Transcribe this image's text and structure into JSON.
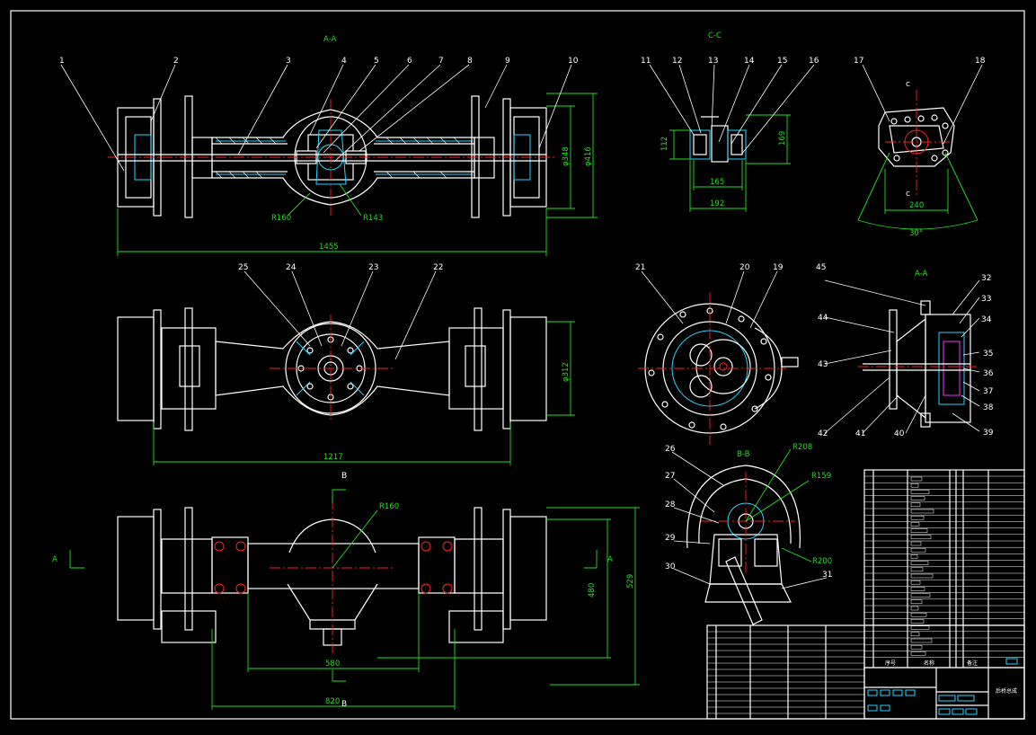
{
  "views": {
    "main_section": "A-A",
    "side_section": "C-C",
    "right_section": "A-A",
    "bottom_section": "B-B",
    "cut_c": "c",
    "cut_b": "B",
    "cut_a": "A"
  },
  "balloons": [
    "1",
    "2",
    "3",
    "4",
    "5",
    "6",
    "7",
    "8",
    "9",
    "10",
    "11",
    "12",
    "13",
    "14",
    "15",
    "16",
    "17",
    "18",
    "19",
    "20",
    "21",
    "22",
    "23",
    "24",
    "25",
    "26",
    "27",
    "28",
    "29",
    "30",
    "31",
    "32",
    "33",
    "34",
    "35",
    "36",
    "37",
    "38",
    "39",
    "40",
    "41",
    "42",
    "43",
    "44",
    "45"
  ],
  "dims": {
    "d1455": "1455",
    "d348": "φ348",
    "d416": "φ416",
    "r160a": "R160",
    "r143": "R143",
    "d112": "112",
    "d169": "169",
    "d165": "165",
    "d192": "192",
    "d240": "240",
    "d30": "30°",
    "d312": "φ312",
    "d1217": "1217",
    "r160b": "R160",
    "d580": "580",
    "d820": "820",
    "d480": "480",
    "d529": "529",
    "r208": "R208",
    "r159": "R159",
    "r200": "R200"
  },
  "title_block": {
    "label1": "序号",
    "label2": "名称",
    "label3": "备注",
    "title": "后桥总成"
  }
}
